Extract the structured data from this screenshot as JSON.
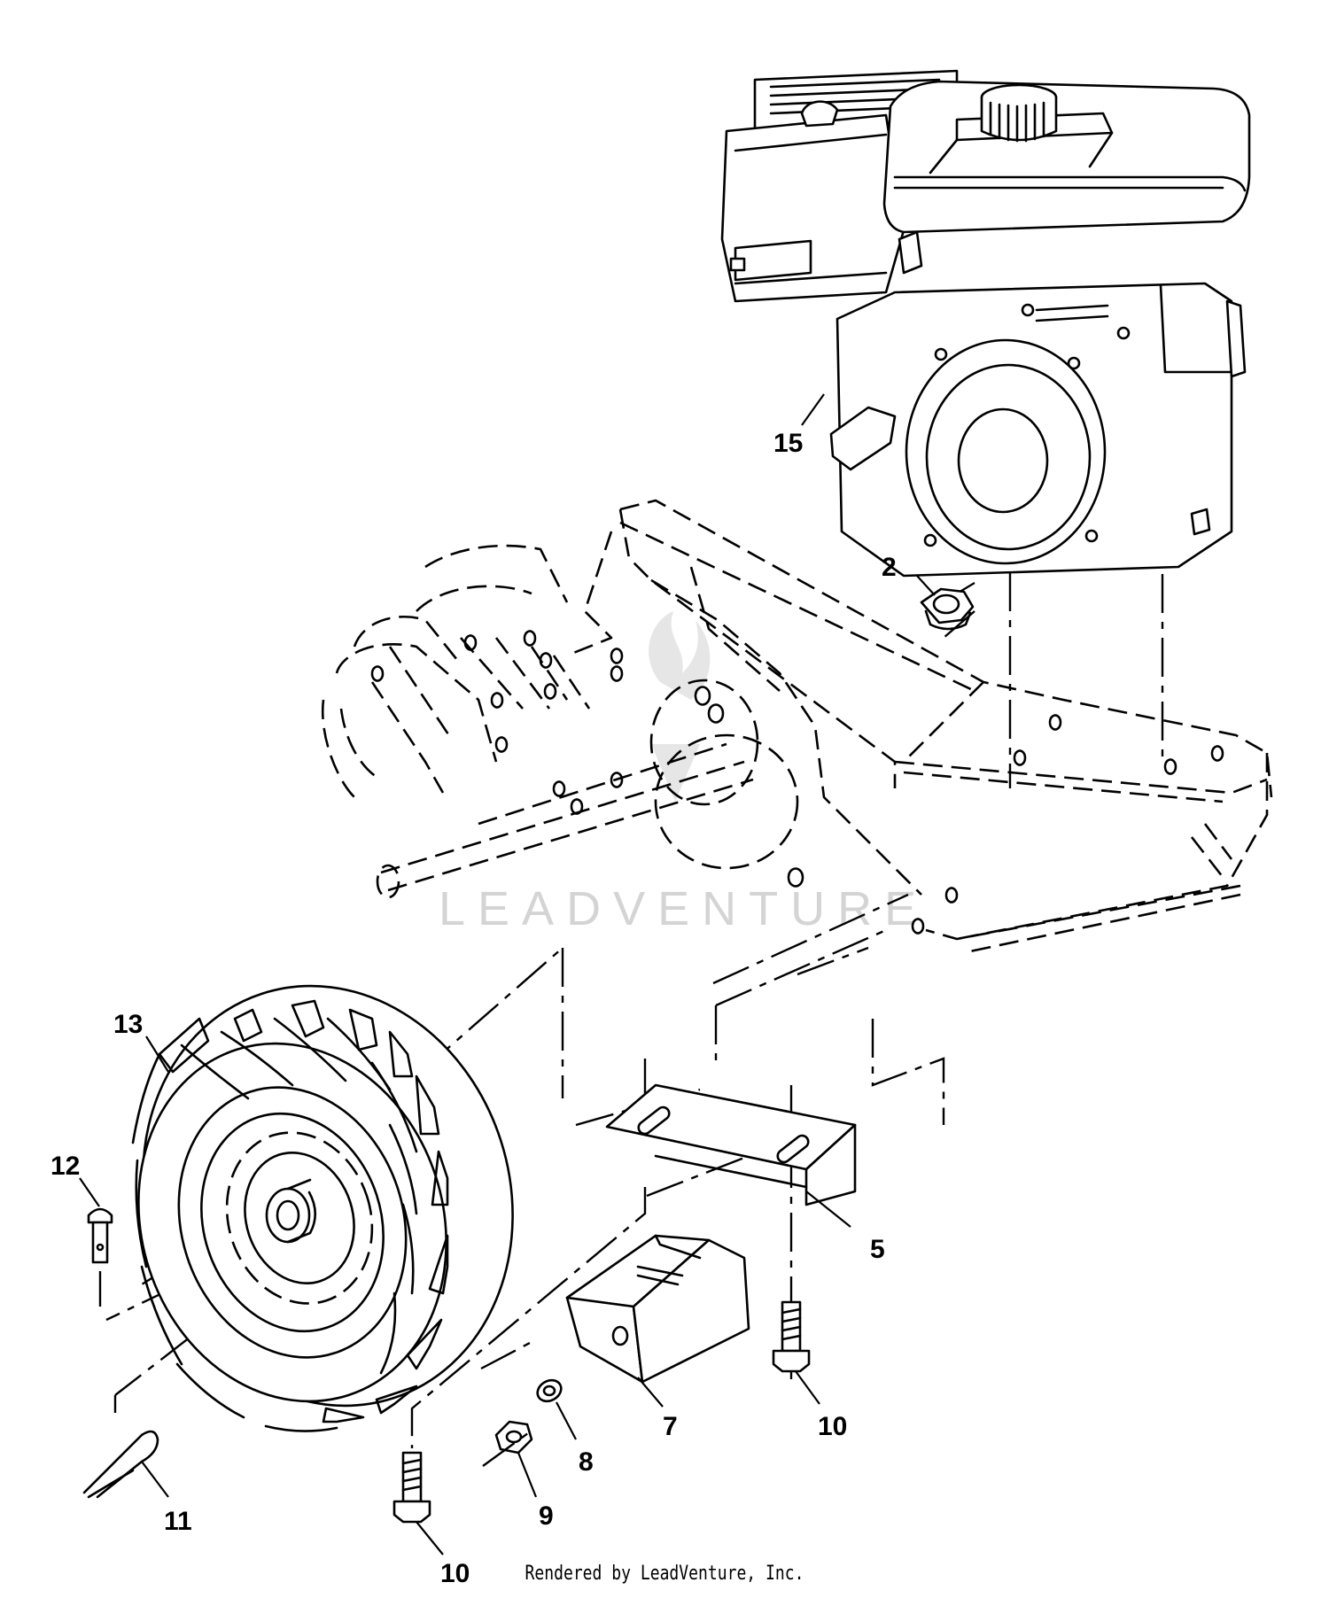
{
  "diagram": {
    "callouts": {
      "c2": "2",
      "c5": "5",
      "c7": "7",
      "c8": "8",
      "c9": "9",
      "c10a": "10",
      "c10b": "10",
      "c11": "11",
      "c12": "12",
      "c13": "13",
      "c15": "15"
    },
    "watermark": "LEADVENTURE"
  },
  "footer": {
    "text": "Rendered by LeadVenture, Inc."
  }
}
